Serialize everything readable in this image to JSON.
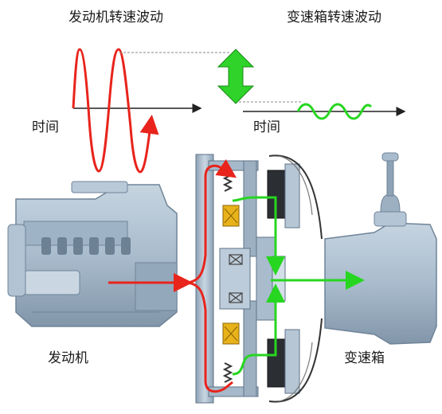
{
  "titles": {
    "engine_fluctuation": "发动机转速波动",
    "gearbox_fluctuation": "变速箱转速波动"
  },
  "axis_labels": {
    "left_time": "时间",
    "right_time": "时间"
  },
  "components": {
    "engine": "发动机",
    "gearbox": "变速箱"
  },
  "colors": {
    "engine_wave": "#e8241c",
    "gearbox_wave": "#27d620",
    "damping_arrow": "#2fd32a",
    "machine_body": "#a9bccd",
    "spring_block": "#e8b21a"
  }
}
